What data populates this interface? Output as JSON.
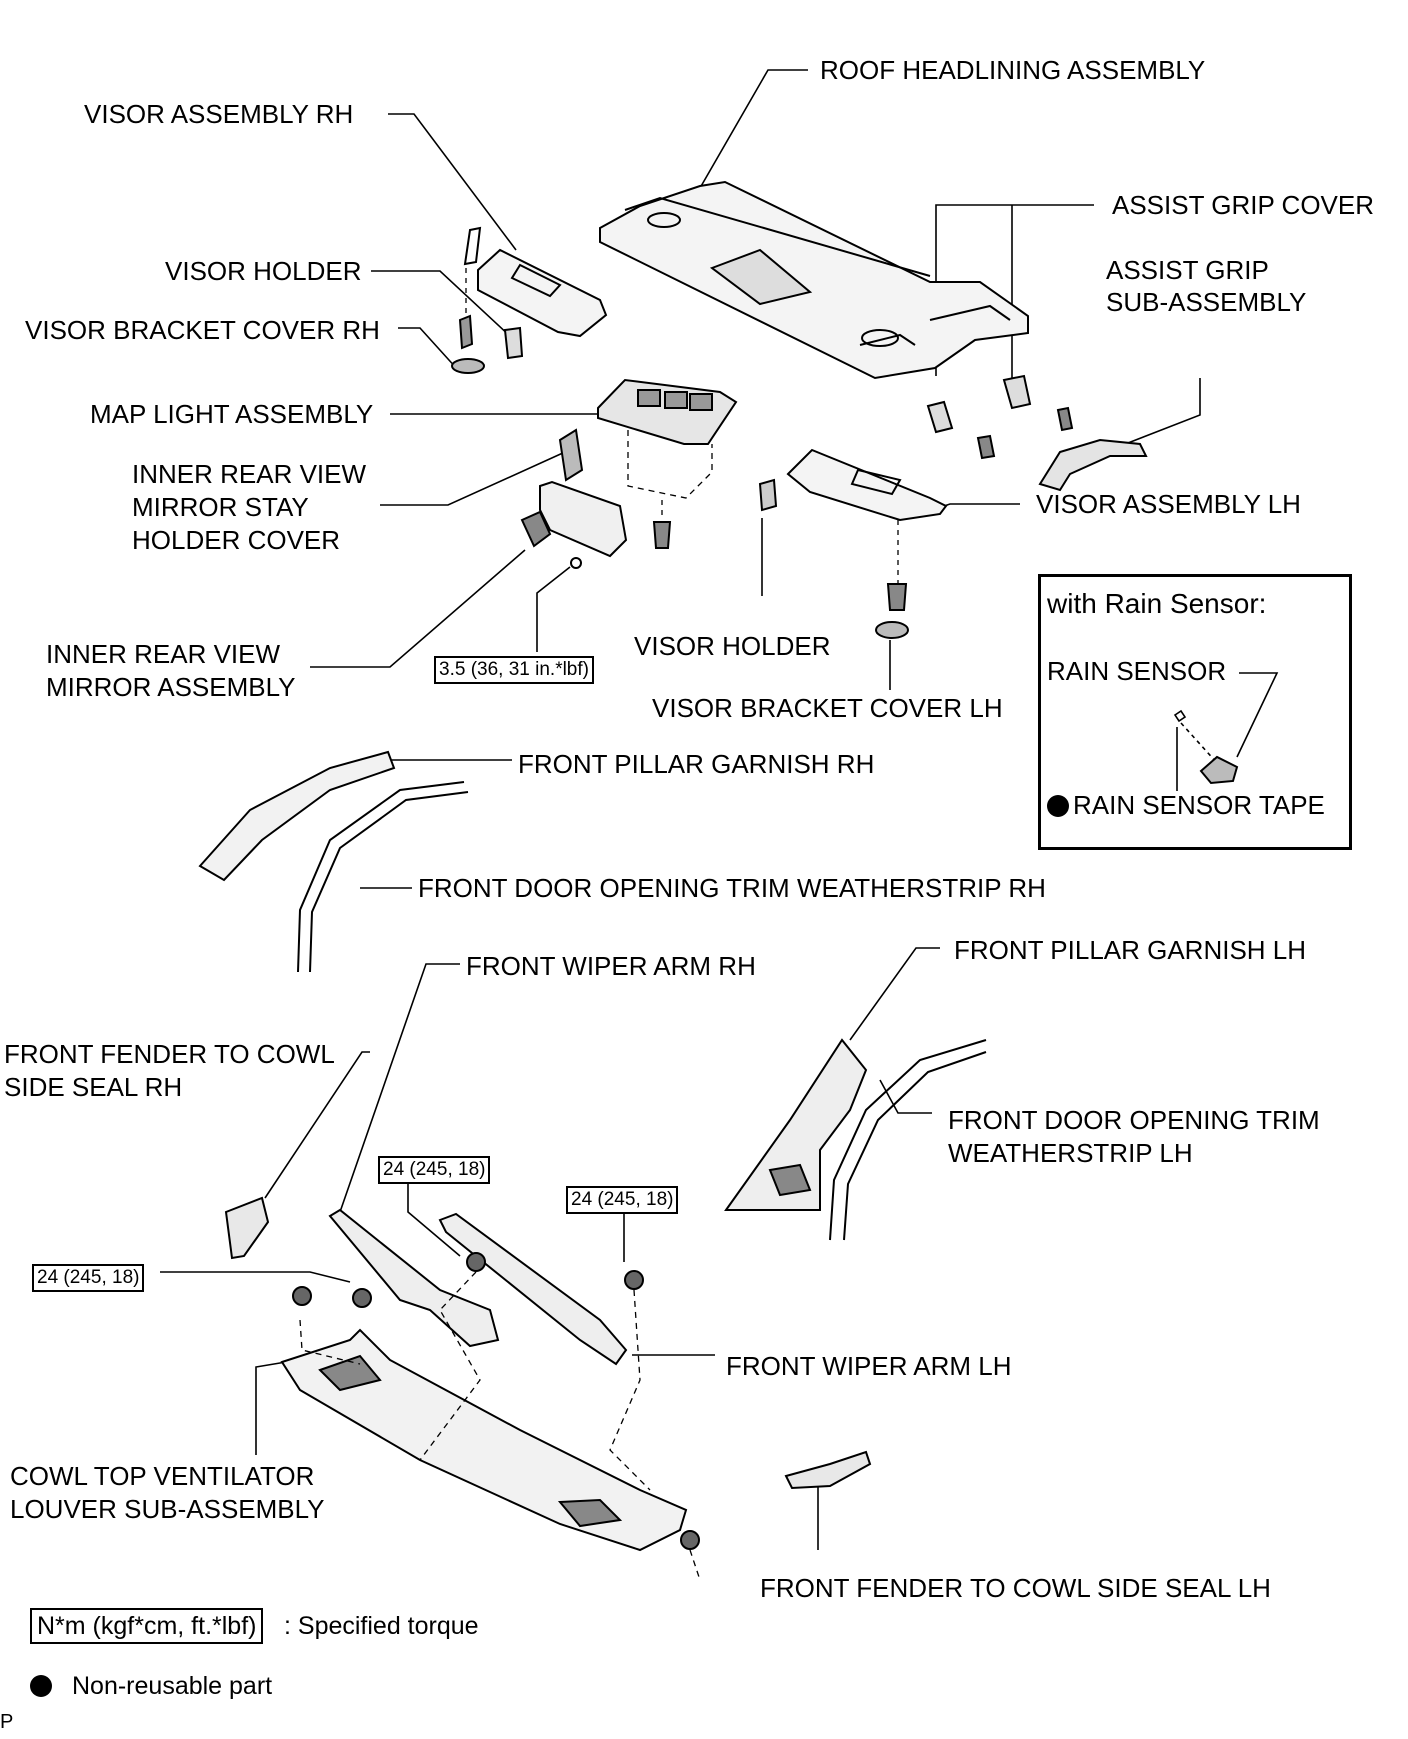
{
  "labels": {
    "roof_headlining": "ROOF HEADLINING ASSEMBLY",
    "visor_rh": "VISOR ASSEMBLY RH",
    "assist_grip_cover": "ASSIST GRIP COVER",
    "visor_holder_top": "VISOR HOLDER",
    "assist_grip_sub_1": "ASSIST GRIP",
    "assist_grip_sub_2": "SUB-ASSEMBLY",
    "visor_bracket_rh": "VISOR BRACKET COVER RH",
    "map_light": "MAP LIGHT ASSEMBLY",
    "mirror_stay_1": "INNER REAR VIEW",
    "mirror_stay_2": "MIRROR STAY",
    "mirror_stay_3": "HOLDER COVER",
    "visor_lh": "VISOR ASSEMBLY LH",
    "visor_holder_mid": "VISOR HOLDER",
    "mirror_assy_1": "INNER REAR VIEW",
    "mirror_assy_2": "MIRROR ASSEMBLY",
    "visor_bracket_lh": "VISOR BRACKET COVER LH",
    "pillar_rh": "FRONT PILLAR GARNISH RH",
    "weather_rh": "FRONT DOOR OPENING TRIM WEATHERSTRIP RH",
    "wiper_rh": "FRONT WIPER ARM RH",
    "pillar_lh": "FRONT PILLAR GARNISH LH",
    "fender_seal_rh_1": "FRONT FENDER TO COWL",
    "fender_seal_rh_2": "SIDE SEAL RH",
    "weather_lh_1": "FRONT DOOR OPENING TRIM",
    "weather_lh_2": "WEATHERSTRIP LH",
    "wiper_lh": "FRONT WIPER ARM LH",
    "cowl_1": "COWL TOP VENTILATOR",
    "cowl_2": "LOUVER SUB-ASSEMBLY",
    "fender_seal_lh": "FRONT FENDER TO COWL SIDE SEAL LH"
  },
  "torques": {
    "mirror": "3.5 (36, 31 in.*lbf)",
    "wiper_rh": "24 (245, 18)",
    "wiper_lh": "24 (245, 18)",
    "cowl": "24 (245, 18)"
  },
  "inset": {
    "title": "with Rain Sensor:",
    "rain_sensor": "RAIN SENSOR",
    "rain_sensor_tape": "RAIN SENSOR TAPE"
  },
  "legend": {
    "torque_unit": "N*m (kgf*cm, ft.*lbf)",
    "torque_desc": ": Specified torque",
    "nonreusable": "Non-reusable part"
  },
  "corner_mark": "P"
}
